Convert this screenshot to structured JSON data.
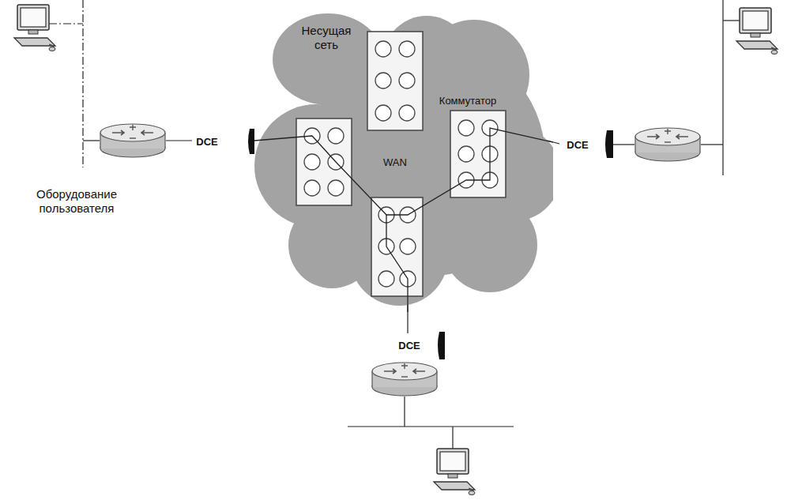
{
  "diagram": {
    "nodes": [
      {
        "text": [
          "Несущая сеть",
          "Коммутатор",
          "WAN"
        ]
      }
    ],
    "labels": [
      "DCE",
      "DCE",
      "Оборудование пользователя",
      "DCE"
    ]
  }
}
